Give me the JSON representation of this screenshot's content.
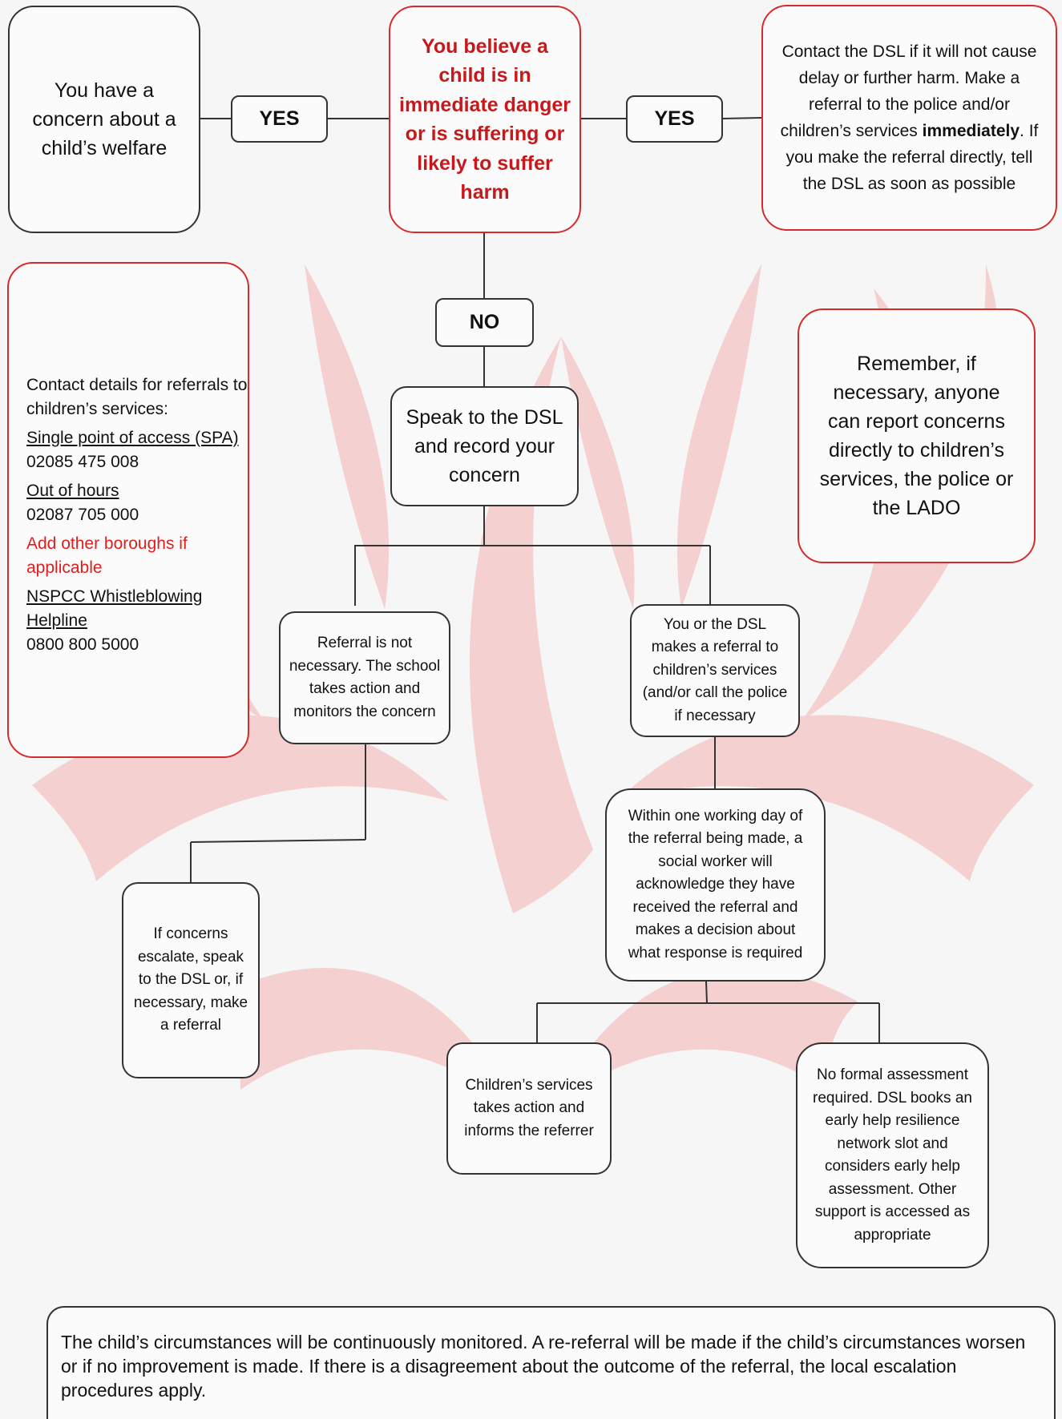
{
  "diagram": {
    "concern_box": "You have a concern about a child’s welfare",
    "yes_left": "YES",
    "danger_box": "You believe a child is in immediate danger or is suffering or likely to suffer harm",
    "yes_right": "YES",
    "contact_dsl": {
      "part1": "Contact the DSL if it will not cause delay or further harm. Make a referral to the police and/or children’s services",
      "emphasis": "immediately",
      "part2": ". If you make the referral directly, tell the DSL as soon as possible"
    },
    "no_label": "NO",
    "speak_dsl": "Speak to the DSL and record your concern",
    "contacts": {
      "intro": "Contact details for referrals to children’s services:",
      "spa_label": "Single point of access (SPA)",
      "spa_number": "02085 475 008",
      "ooh_label": "Out of hours",
      "ooh_number": "02087 705 000",
      "other_boroughs": "Add other boroughs if applicable",
      "nspcc_label": "NSPCC Whistleblowing Helpline",
      "nspcc_number": "0800 800 5000"
    },
    "remember_box": "Remember, if necessary, anyone can report concerns directly to children’s services, the police or the LADO",
    "not_necessary": "Referral is not necessary. The school takes action and monitors the concern",
    "you_or_dsl": "You or the DSL makes a referral to children’s services (and/or call the police if necessary",
    "within_one_day": "Within one working day of the referral being made, a social worker will acknowledge they have received the referral and makes a decision about what response is required",
    "escalate": "If concerns escalate, speak to the DSL or, if necessary, make a referral",
    "childrens_services_action": "Children’s services takes action and informs the referrer",
    "no_formal": "No formal assessment required. DSL books an early help resilience network slot and considers early help assessment. Other support is accessed as appropriate",
    "footer": "The child’s circumstances will be continuously monitored. A re-referral will be made if the child’s circumstances worsen or if no improvement is made. If there is a disagreement about the outcome of the referral, the local escalation procedures apply."
  },
  "colors": {
    "accent_red": "#c7191b",
    "box_border": "#333333",
    "watermark": "#f3c9c9"
  }
}
